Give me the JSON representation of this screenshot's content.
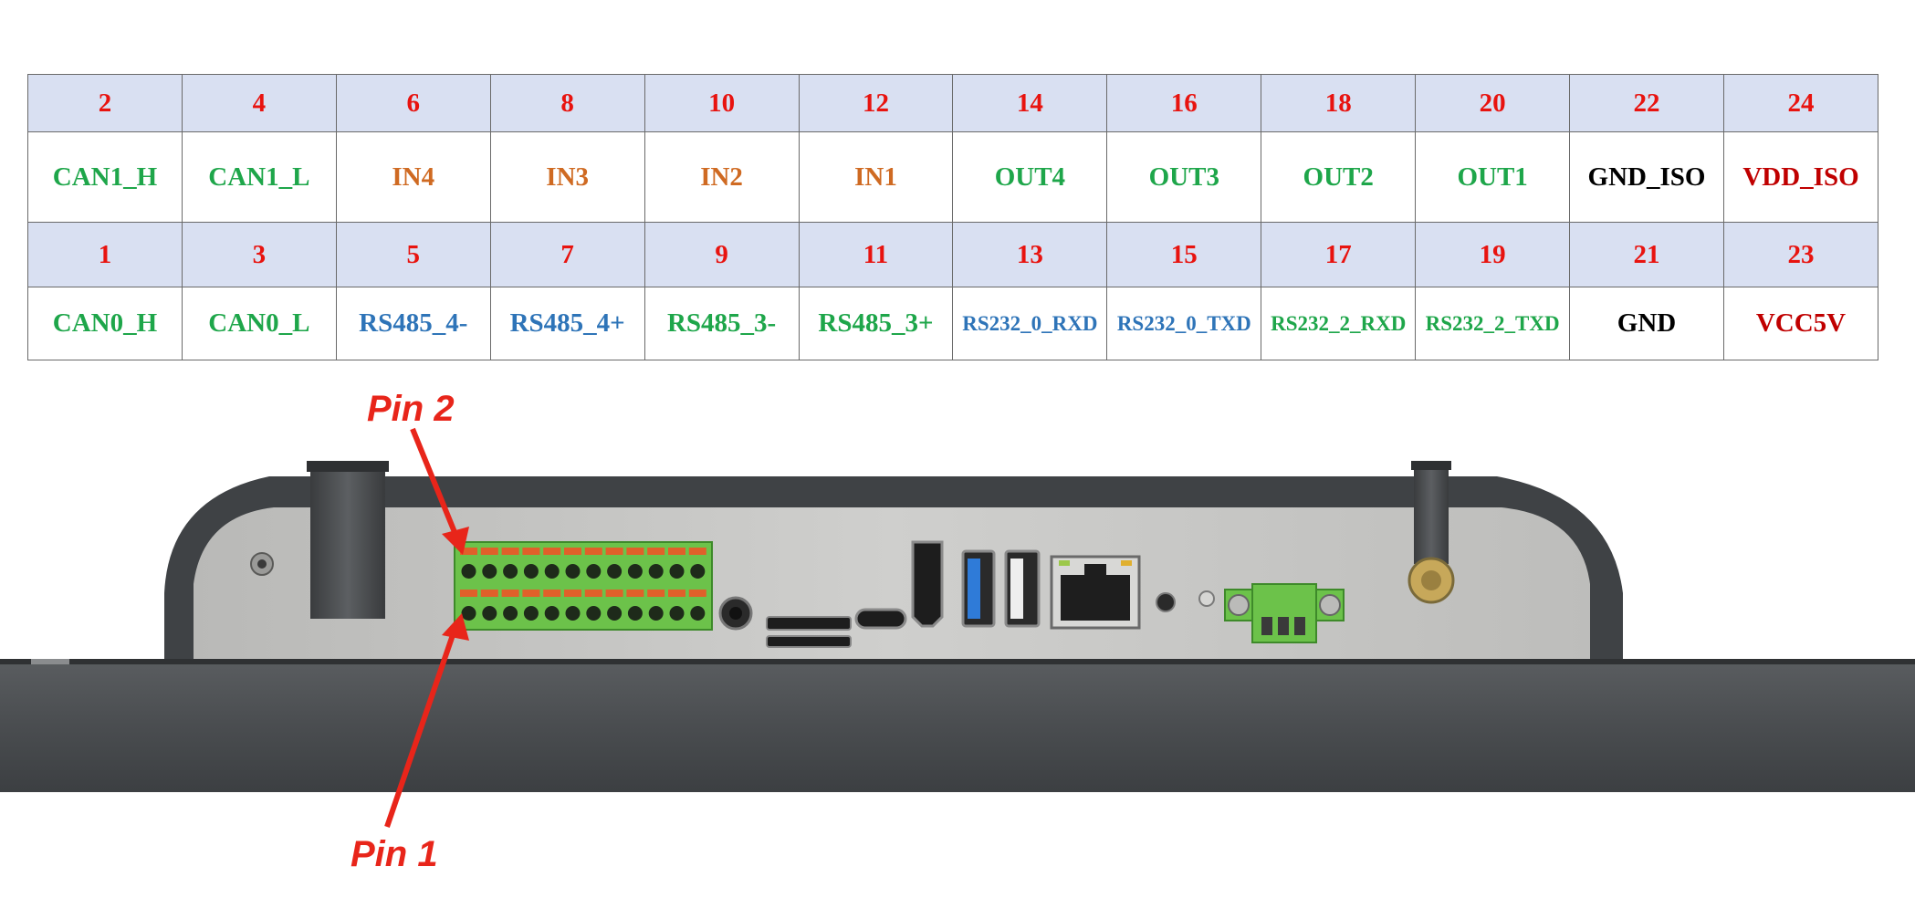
{
  "colors": {
    "pin_number": "#e8130f",
    "header_bg": "#d9e0f2",
    "green": "#1ea64a",
    "orange": "#cf6a22",
    "blue": "#2e74b8",
    "black": "#000000",
    "red": "#c00000",
    "arrow": "#e8251a",
    "bezel": "#4a4d4f",
    "panel": "#c4c4c2",
    "terminal": "#6cc24a"
  },
  "pin_table": {
    "top_numbers": [
      "2",
      "4",
      "6",
      "8",
      "10",
      "12",
      "14",
      "16",
      "18",
      "20",
      "22",
      "24"
    ],
    "top_signals": [
      {
        "label": "CAN1_H",
        "color": "green"
      },
      {
        "label": "CAN1_L",
        "color": "green"
      },
      {
        "label": "IN4",
        "color": "orange"
      },
      {
        "label": "IN3",
        "color": "orange"
      },
      {
        "label": "IN2",
        "color": "orange"
      },
      {
        "label": "IN1",
        "color": "orange"
      },
      {
        "label": "OUT4",
        "color": "green"
      },
      {
        "label": "OUT3",
        "color": "green"
      },
      {
        "label": "OUT2",
        "color": "green"
      },
      {
        "label": "OUT1",
        "color": "green"
      },
      {
        "label": "GND_ISO",
        "color": "black"
      },
      {
        "label": "VDD_ISO",
        "color": "red"
      }
    ],
    "bottom_numbers": [
      "1",
      "3",
      "5",
      "7",
      "9",
      "11",
      "13",
      "15",
      "17",
      "19",
      "21",
      "23"
    ],
    "bottom_signals": [
      {
        "label": "CAN0_H",
        "color": "green"
      },
      {
        "label": "CAN0_L",
        "color": "green"
      },
      {
        "label": "RS485_4-",
        "color": "blue"
      },
      {
        "label": "RS485_4+",
        "color": "blue"
      },
      {
        "label": "RS485_3-",
        "color": "green"
      },
      {
        "label": "RS485_3+",
        "color": "green"
      },
      {
        "label": "RS232_0_RXD",
        "color": "blue",
        "small": true
      },
      {
        "label": "RS232_0_TXD",
        "color": "blue",
        "small": true
      },
      {
        "label": "RS232_2_RXD",
        "color": "green",
        "small": true
      },
      {
        "label": "RS232_2_TXD",
        "color": "green",
        "small": true
      },
      {
        "label": "GND",
        "color": "black"
      },
      {
        "label": "VCC5V",
        "color": "red"
      }
    ]
  },
  "annotations": {
    "pin2_label": "Pin 2",
    "pin1_label": "Pin 1"
  },
  "device": {
    "icons": [
      "antenna-left",
      "screw",
      "terminal-block-24pin",
      "audio-jack",
      "sd-card-slot",
      "usb-c-port",
      "hdmi-port",
      "usb3-port",
      "usb2-port",
      "rj45-ethernet-port",
      "led-indicator",
      "power-terminal-3pin",
      "antenna-right"
    ]
  }
}
